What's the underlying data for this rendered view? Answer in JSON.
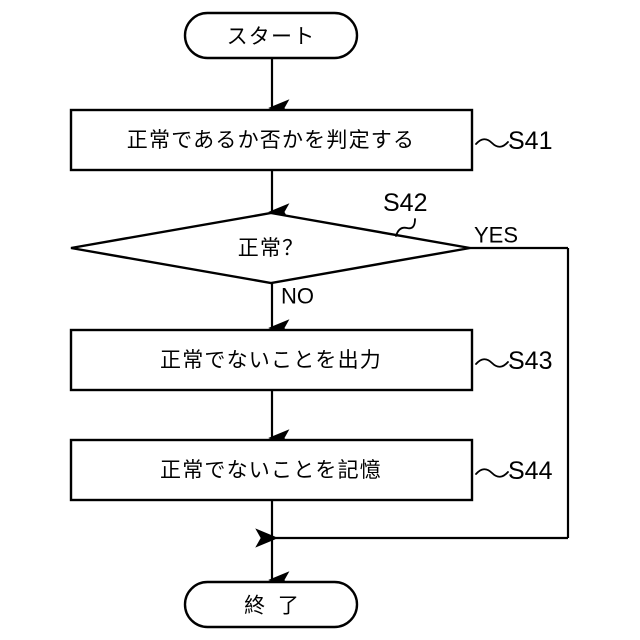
{
  "diagram": {
    "type": "flowchart",
    "language": "ja",
    "background_color": "#ffffff",
    "line_color": "#000000",
    "nodes": {
      "start": {
        "label": "スタート",
        "shape": "terminator"
      },
      "s41": {
        "label": "正常であるか否かを判定する",
        "shape": "process",
        "step_id": "S41"
      },
      "s42": {
        "label": "正常？",
        "shape": "decision",
        "step_id": "S42"
      },
      "s43": {
        "label": "正常でないことを出力",
        "shape": "process",
        "step_id": "S43"
      },
      "s44": {
        "label": "正常でないことを記憶",
        "shape": "process",
        "step_id": "S44"
      },
      "end": {
        "label": "終 了",
        "shape": "terminator"
      }
    },
    "branches": {
      "yes": "YES",
      "no": "NO"
    }
  }
}
